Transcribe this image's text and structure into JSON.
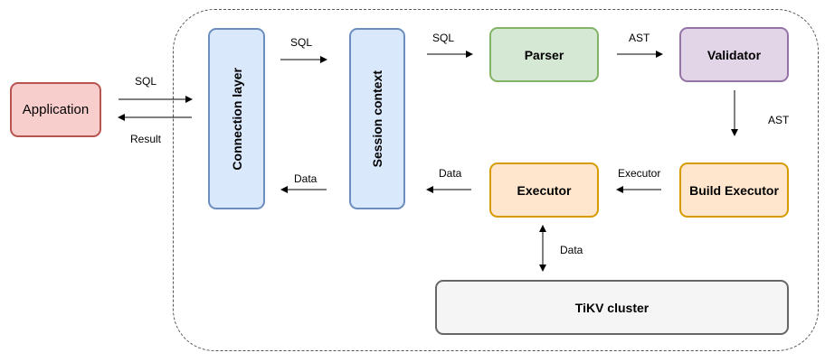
{
  "nodes": {
    "application": "Application",
    "connection_layer": "Connection layer",
    "session_context": "Session context",
    "parser": "Parser",
    "validator": "Validator",
    "build_executor": "Build Executor",
    "executor": "Executor",
    "tikv_cluster": "TiKV cluster"
  },
  "edges": {
    "app_to_conn": "SQL",
    "conn_to_app": "Result",
    "conn_to_session": "SQL",
    "session_to_parser": "SQL",
    "parser_to_validator": "AST",
    "validator_to_build": "AST",
    "build_to_executor": "Executor",
    "executor_to_session": "Data",
    "session_to_conn": "Data",
    "executor_tikv": "Data"
  },
  "colors": {
    "application": {
      "fill": "#f8cecc",
      "stroke": "#b85450"
    },
    "blue": {
      "fill": "#dae8fc",
      "stroke": "#6c8ebf"
    },
    "green": {
      "fill": "#d5e8d4",
      "stroke": "#82b366"
    },
    "purple": {
      "fill": "#e1d5e7",
      "stroke": "#9673a6"
    },
    "orange": {
      "fill": "#ffe6cc",
      "stroke": "#d79b00"
    },
    "gray": {
      "fill": "#f5f5f5",
      "stroke": "#666666"
    }
  }
}
